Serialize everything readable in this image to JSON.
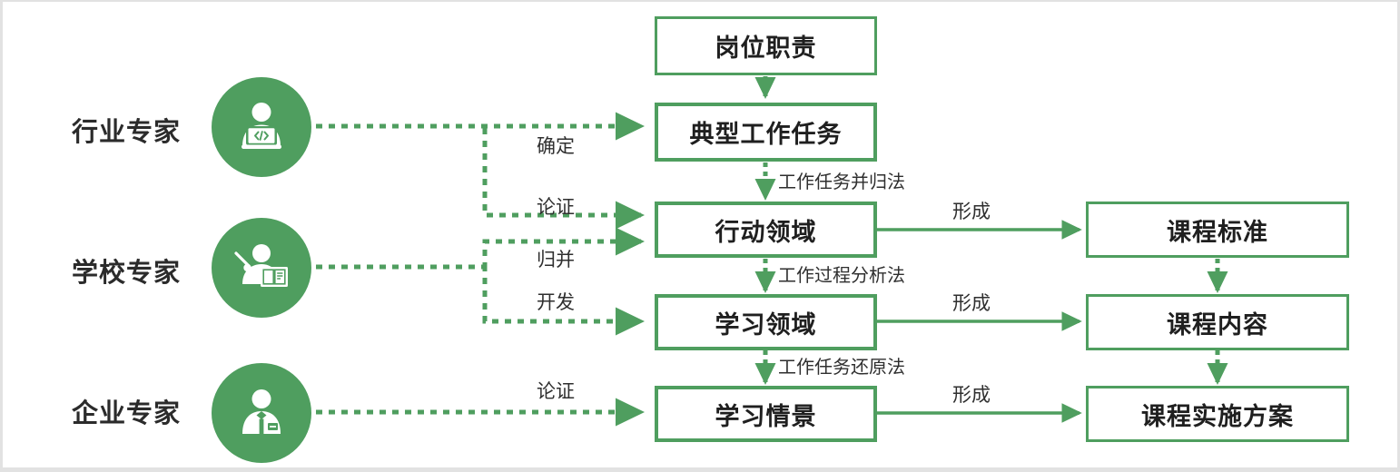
{
  "theme": {
    "green": "#4f9e5f",
    "box_border": "#4f9e5f",
    "text_dark": "#1f1f1f",
    "label_gray": "#2f2f2f",
    "canvas_bg": "#ffffff",
    "page_bg": "#e2e2e2"
  },
  "experts": [
    {
      "label": "行业专家",
      "icon": "person-laptop-code-icon"
    },
    {
      "label": "学校专家",
      "icon": "teacher-pointer-book-icon"
    },
    {
      "label": "企业专家",
      "icon": "person-necktie-badge-icon"
    }
  ],
  "boxes": {
    "duty": "岗位职责",
    "typical_task": "典型工作任务",
    "action_field": "行动领域",
    "learning_field": "学习领域",
    "learning_scene": "学习情景",
    "course_standard": "课程标准",
    "course_content": "课程内容",
    "course_plan": "课程实施方案"
  },
  "edge_labels": {
    "determine": "确定",
    "demonstrate_1": "论证",
    "merge": "归并",
    "develop": "开发",
    "demonstrate_2": "论证",
    "task_merge_method": "工作任务并归法",
    "process_analysis_method": "工作过程分析法",
    "task_restore_method": "工作任务还原法",
    "form_1": "形成",
    "form_2": "形成",
    "form_3": "形成"
  }
}
